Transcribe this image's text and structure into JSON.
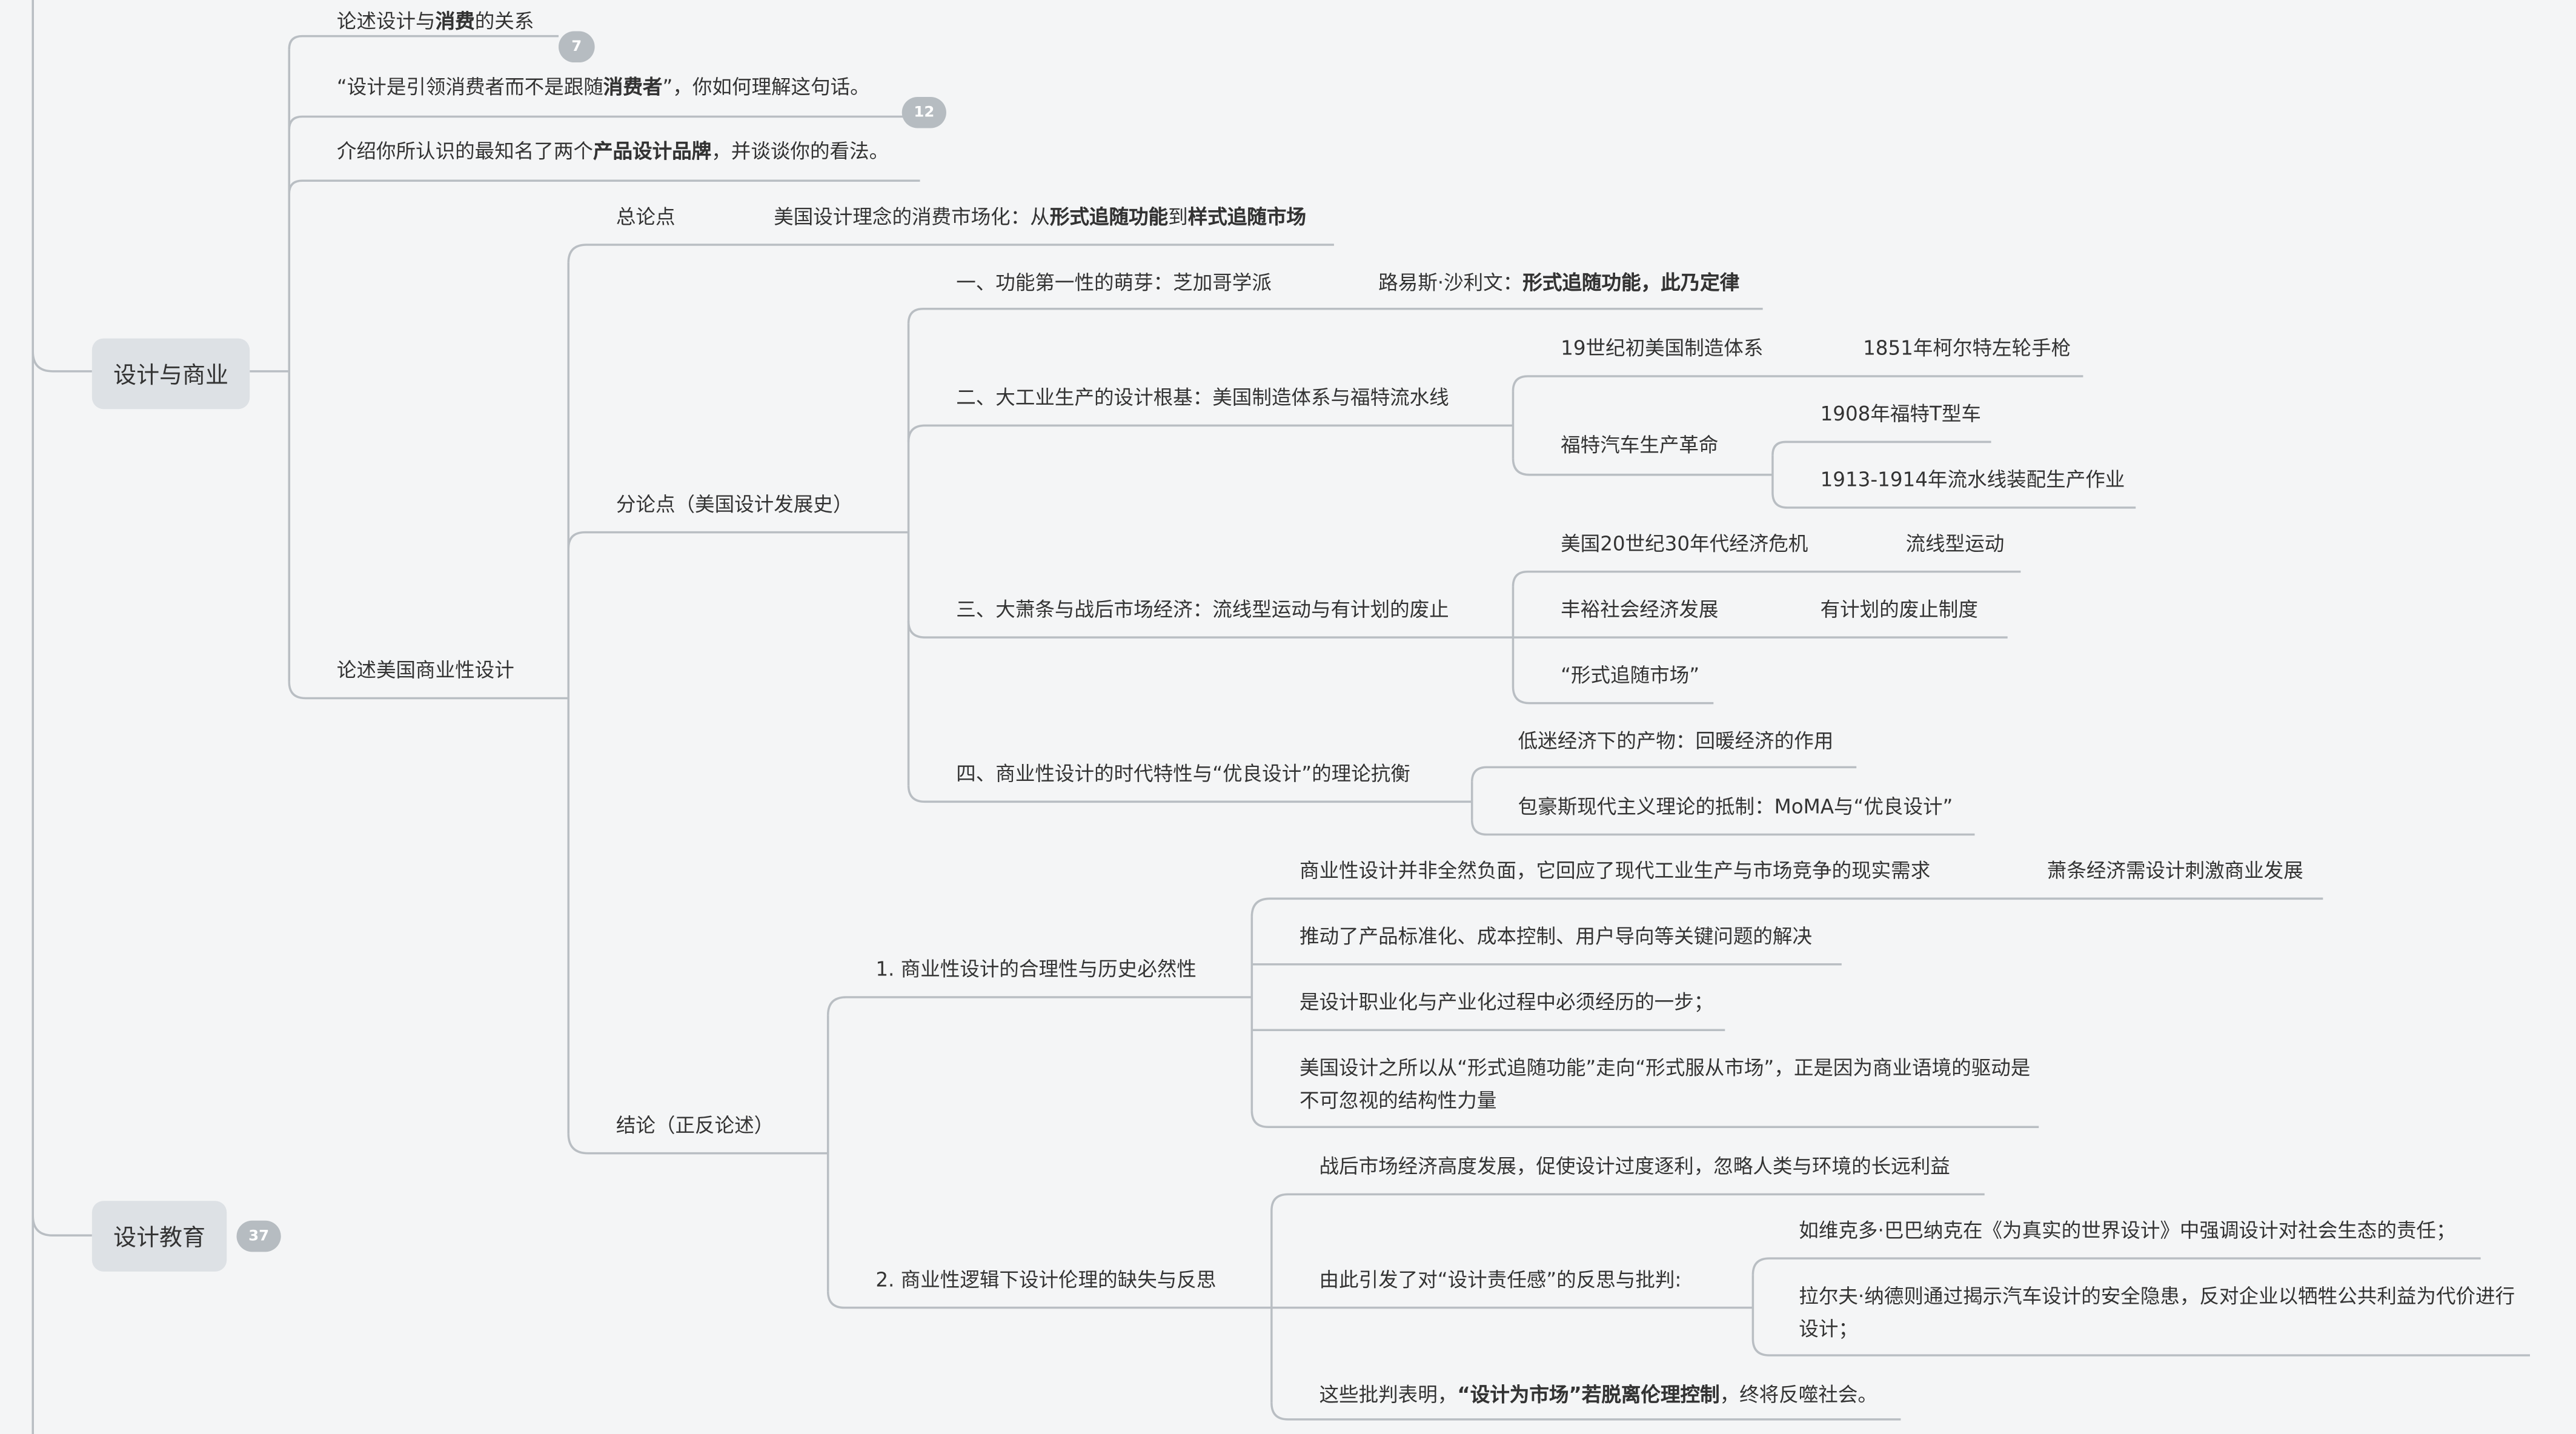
{
  "nodes": {
    "design_business": "设计与商业",
    "design_education": "设计教育",
    "q1": {
      "pre": "论述设计与",
      "bold": "消费",
      "post": "的关系"
    },
    "q2": {
      "pre": "“设计是引领消费者而不是跟随",
      "bold": "消费者",
      "post": "”，你如何理解这句话。"
    },
    "q3": {
      "pre": "介绍你所认识的最知名了两个",
      "bold": "产品设计品牌",
      "post": "，并谈谈你的看法。"
    },
    "q4": "论述美国商业性设计",
    "main_point": "总论点",
    "main_point_text": {
      "pre": "美国设计理念的消费市场化：从",
      "bold1": "形式追随功能",
      "mid": "到",
      "bold2": "样式追随市场"
    },
    "sub_points": "分论点（美国设计发展史）",
    "sp1": "一、功能第一性的萌芽：芝加哥学派",
    "sp1_quote": {
      "pre": "路易斯·沙利文：",
      "bold": "形式追随功能，此乃定律"
    },
    "sp2": "二、大工业生产的设计根基：美国制造体系与福特流水线",
    "sp2_a": "19世纪初美国制造体系",
    "sp2_a1": "1851年柯尔特左轮手枪",
    "sp2_b": "福特汽车生产革命",
    "sp2_b1": "1908年福特T型车",
    "sp2_b2": "1913-1914年流水线装配生产作业",
    "sp3": "三、大萧条与战后市场经济：流线型运动与有计划的废止",
    "sp3_a": "美国20世纪30年代经济危机",
    "sp3_a1": "流线型运动",
    "sp3_b": "丰裕社会经济发展",
    "sp3_b1": "有计划的废止制度",
    "sp3_c": "“形式追随市场”",
    "sp4": "四、商业性设计的时代特性与“优良设计”的理论抗衡",
    "sp4_a": "低迷经济下的产物：回暖经济的作用",
    "sp4_b": "包豪斯现代主义理论的抵制：MoMA与“优良设计”",
    "conclusion": "结论（正反论述）",
    "c1": "1. 商业性设计的合理性与历史必然性",
    "c1_a": "商业性设计并非全然负面，它回应了现代工业生产与市场竞争的现实需求",
    "c1_a1": "萧条经济需设计刺激商业发展",
    "c1_b": "推动了产品标准化、成本控制、用户导向等关键问题的解决",
    "c1_c": "是设计职业化与产业化过程中必须经历的一步；",
    "c1_d": "美国设计之所以从“形式追随功能”走向“形式服从市场”，正是因为商业语境的驱动是不可忽视的结构性力量",
    "c2": "2. 商业性逻辑下设计伦理的缺失与反思",
    "c2_a": "战后市场经济高度发展，促使设计过度逐利，忽略人类与环境的长远利益",
    "c2_b": "由此引发了对“设计责任感”的反思与批判:",
    "c2_b1": "如维克多·巴巴纳克在《为真实的世界设计》中强调设计对社会生态的责任；",
    "c2_b2": "拉尔夫·纳德则通过揭示汽车设计的安全隐患，反对企业以牺牲公共利益为代价进行设计；",
    "c2_c": {
      "pre": "这些批判表明，",
      "bold": "“设计为市场”若脱离伦理控制",
      "post": "，终将反噬社会。"
    }
  },
  "badges": {
    "q1": "7",
    "q2": "12",
    "education": "37"
  },
  "colors": {
    "line": "#b9bec3",
    "node_bg": "#dde1e5",
    "badge_bg": "#b6bcc1",
    "canvas": "#f4f5f6"
  }
}
